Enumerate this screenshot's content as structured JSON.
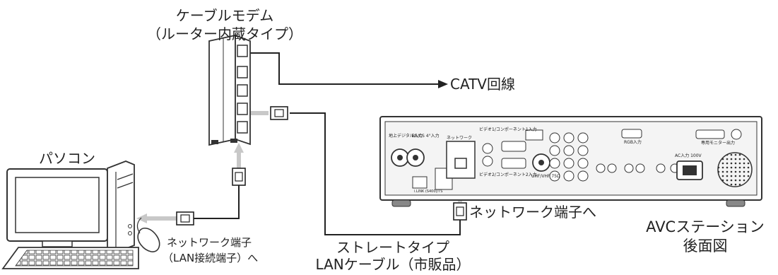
{
  "modem": {
    "title": "ケーブルモデム",
    "subtitle": "（ルーター内蔵タイプ）"
  },
  "catv_line": "CATV回線",
  "pc": {
    "label": "パソコン",
    "port_label_1": "ネットワーク端子",
    "port_label_2": "（LAN接続端子）へ"
  },
  "cable": {
    "label_1": "ストレートタイプ",
    "label_2": "LANケーブル（市販品）"
  },
  "avc": {
    "network_port_label": "ネットワーク端子へ",
    "title_1": "AVCステーション",
    "title_2": "後面図",
    "panel_labels": {
      "digital_in": "地上デジタル入力",
      "bs_cs_in": "BS/CS 4°入力",
      "network": "ネットワーク",
      "i_link": "i.LINK (S400)/TS",
      "video_component_1": "ビデオ1/コンポーネント1入力",
      "video_component_2": "ビデオ2/コンポーネント2入力",
      "uhf_vhf": "UHF/VHF 75Ω",
      "rgb_in": "RGB入力",
      "ac_in": "AC入力 100V",
      "monitor_out": "専用モニター出力"
    }
  },
  "colors": {
    "line": "#222222",
    "lan_cable": "#c8c8c8",
    "device_stroke": "#333333",
    "device_fill": "#ffffff",
    "panel_fill": "#f4f4f4"
  }
}
